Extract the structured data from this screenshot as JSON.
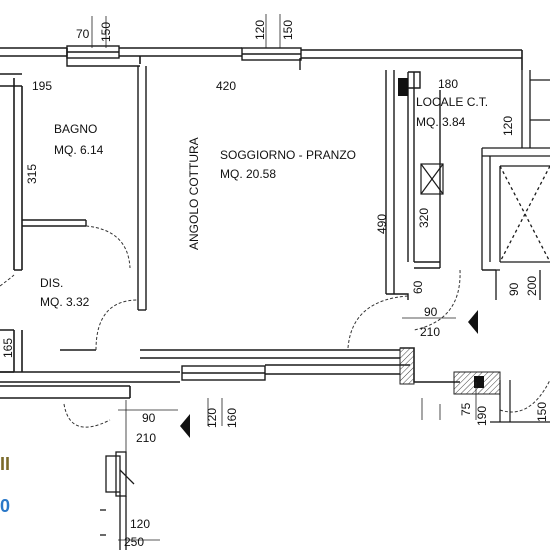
{
  "rooms": {
    "bagno": {
      "name": "BAGNO",
      "area": "MQ. 6.14"
    },
    "soggiorno": {
      "name": "SOGGIORNO - PRANZO",
      "area": "MQ. 20.58"
    },
    "locale": {
      "name": "LOCALE C.T.",
      "area": "MQ. 3.84"
    },
    "dis": {
      "name": "DIS.",
      "area": "MQ. 3.32"
    },
    "angolo": {
      "name": "ANGOLO COTTURA"
    }
  },
  "dimensions": {
    "top_window_left_w": "70",
    "top_window_left_h": "150",
    "top_window_mid_w": "120",
    "top_window_mid_h": "150",
    "bagno_width": "195",
    "soggiorno_width": "420",
    "locale_width": "180",
    "locale_side": "120",
    "bagno_height": "315",
    "soggiorno_height": "490",
    "locale_height": "320",
    "right_90": "90",
    "right_200": "200",
    "pillar_60": "60",
    "door_right_w": "90",
    "door_right_h": "210",
    "left_165": "165",
    "door_bottom_w": "90",
    "door_bottom_h": "210",
    "bottom_window_w": "120",
    "bottom_window_h": "160",
    "bottom_75": "75",
    "bottom_190": "190",
    "bottom_150": "150",
    "entry_w": "120",
    "entry_h": "250"
  },
  "fragments": {
    "left_text_1": "II",
    "left_text_2": "0"
  },
  "colors": {
    "wall": "#1a1a1a",
    "line": "#222222",
    "accent_gold": "#7a6a2a",
    "accent_blue": "#2a78c8"
  }
}
